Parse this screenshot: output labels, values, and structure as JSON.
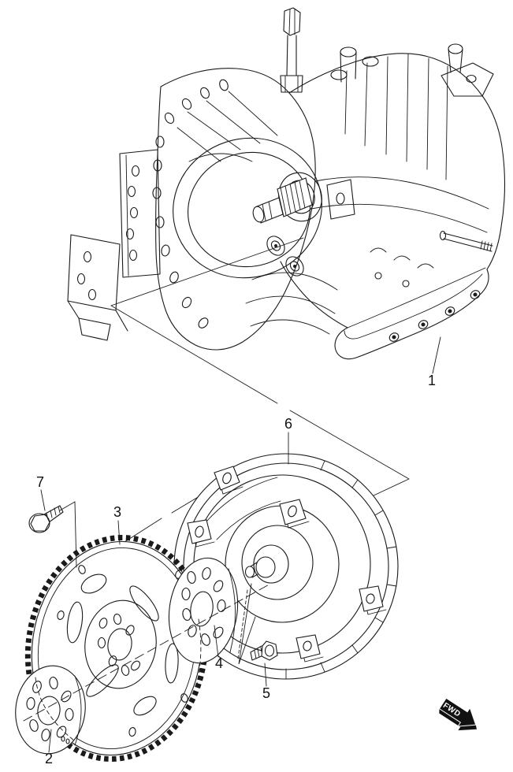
{
  "diagram": {
    "type": "exploded-parts-diagram",
    "background": "#ffffff",
    "line_color": "#1a1a1a",
    "callouts": [
      {
        "number": "1",
        "part": "transmission-assembly"
      },
      {
        "number": "2",
        "part": "backing-plate"
      },
      {
        "number": "3",
        "part": "drive-plate"
      },
      {
        "number": "4",
        "part": "spacer-plate"
      },
      {
        "number": "5",
        "part": "converter-bolt"
      },
      {
        "number": "6",
        "part": "torque-converter"
      },
      {
        "number": "7",
        "part": "drive-plate-bolt"
      }
    ],
    "direction_indicator": {
      "label": "FWD"
    }
  }
}
